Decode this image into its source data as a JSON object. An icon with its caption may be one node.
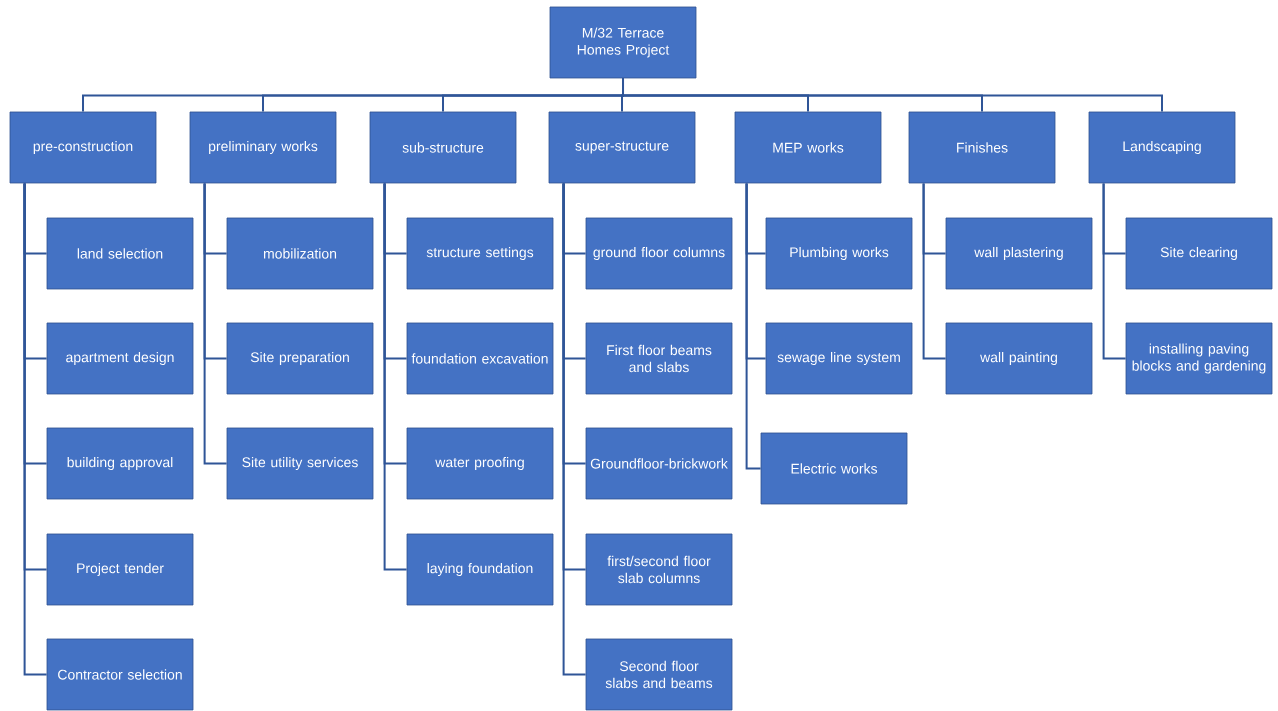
{
  "diagram": {
    "nodes": [
      {
        "text": [
          "M/32 Terrace Homes Project"
        ]
      },
      {
        "text": [
          "pre-construction"
        ]
      },
      {
        "text": [
          "preliminary works"
        ]
      },
      {
        "text": [
          "sub-structure"
        ]
      },
      {
        "text": [
          "super-structure"
        ]
      },
      {
        "text": [
          "MEP works"
        ]
      },
      {
        "text": [
          "Finishes"
        ]
      },
      {
        "text": [
          "Landscaping"
        ]
      },
      {
        "text": [
          "land selection"
        ]
      },
      {
        "text": [
          "apartment design"
        ]
      },
      {
        "text": [
          "building approval"
        ]
      },
      {
        "text": [
          "Project tender"
        ]
      },
      {
        "text": [
          "Contractor selection"
        ]
      },
      {
        "text": [
          "mobilization"
        ]
      },
      {
        "text": [
          "Site preparation"
        ]
      },
      {
        "text": [
          "Site utility services"
        ]
      },
      {
        "text": [
          "structure settings"
        ]
      },
      {
        "text": [
          "foundation excavation"
        ]
      },
      {
        "text": [
          "water proofing"
        ]
      },
      {
        "text": [
          "laying foundation"
        ]
      },
      {
        "text": [
          "ground floor columns"
        ]
      },
      {
        "text": [
          "First floor beams and slabs"
        ]
      },
      {
        "text": [
          "Groundfloor-brickwork"
        ]
      },
      {
        "text": [
          "first/second floor slab columns"
        ]
      },
      {
        "text": [
          "Second floor slabs and beams"
        ]
      },
      {
        "text": [
          "Plumbing works"
        ]
      },
      {
        "text": [
          "sewage line system"
        ]
      },
      {
        "text": [
          "Electric works"
        ]
      },
      {
        "text": [
          "wall plastering"
        ]
      },
      {
        "text": [
          "wall painting"
        ]
      },
      {
        "text": [
          "Site clearing"
        ]
      },
      {
        "text": [
          "installing paving blocks and gardening"
        ]
      }
    ],
    "edges": [
      {
        "from": 0,
        "to": 1,
        "arrow": "none"
      },
      {
        "from": 0,
        "to": 2,
        "arrow": "none"
      },
      {
        "from": 0,
        "to": 3,
        "arrow": "none"
      },
      {
        "from": 0,
        "to": 4,
        "arrow": "none"
      },
      {
        "from": 0,
        "to": 5,
        "arrow": "none"
      },
      {
        "from": 0,
        "to": 6,
        "arrow": "none"
      },
      {
        "from": 0,
        "to": 7,
        "arrow": "none"
      },
      {
        "from": 1,
        "to": 8,
        "arrow": "none"
      },
      {
        "from": 1,
        "to": 9,
        "arrow": "none"
      },
      {
        "from": 1,
        "to": 10,
        "arrow": "none"
      },
      {
        "from": 1,
        "to": 11,
        "arrow": "none"
      },
      {
        "from": 1,
        "to": 12,
        "arrow": "none"
      },
      {
        "from": 2,
        "to": 13,
        "arrow": "none"
      },
      {
        "from": 2,
        "to": 14,
        "arrow": "none"
      },
      {
        "from": 2,
        "to": 15,
        "arrow": "none"
      },
      {
        "from": 3,
        "to": 16,
        "arrow": "none"
      },
      {
        "from": 3,
        "to": 17,
        "arrow": "none"
      },
      {
        "from": 3,
        "to": 18,
        "arrow": "none"
      },
      {
        "from": 3,
        "to": 19,
        "arrow": "none"
      },
      {
        "from": 4,
        "to": 20,
        "arrow": "none"
      },
      {
        "from": 4,
        "to": 21,
        "arrow": "none"
      },
      {
        "from": 4,
        "to": 22,
        "arrow": "none"
      },
      {
        "from": 4,
        "to": 23,
        "arrow": "none"
      },
      {
        "from": 4,
        "to": 24,
        "arrow": "none"
      },
      {
        "from": 5,
        "to": 25,
        "arrow": "none"
      },
      {
        "from": 5,
        "to": 26,
        "arrow": "none"
      },
      {
        "from": 5,
        "to": 27,
        "arrow": "none"
      },
      {
        "from": 6,
        "to": 28,
        "arrow": "none"
      },
      {
        "from": 6,
        "to": 29,
        "arrow": "none"
      },
      {
        "from": 7,
        "to": 30,
        "arrow": "none"
      },
      {
        "from": 7,
        "to": 31,
        "arrow": "none"
      }
    ]
  }
}
